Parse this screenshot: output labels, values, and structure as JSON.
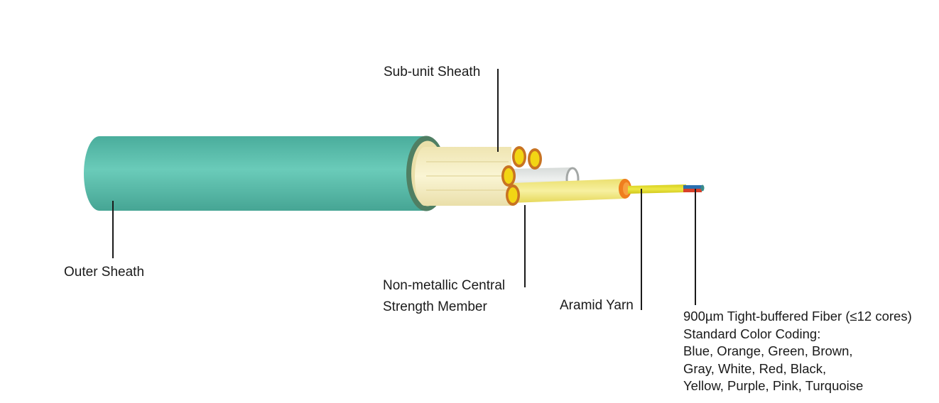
{
  "labels": {
    "subunit_sheath": "Sub-unit Sheath",
    "outer_sheath": "Outer Sheath",
    "central_member": [
      "Non-metallic Central",
      "Strength Member"
    ],
    "aramid_yarn": "Aramid Yarn",
    "fiber": [
      "900µm Tight-buffered Fiber (≤12 cores)",
      "Standard Color Coding:",
      "Blue, Orange, Green, Brown,",
      "Gray, White, Red, Black,",
      "Yellow, Purple, Pink, Turquoise"
    ]
  },
  "colors": {
    "outer_sheath": "#5cc2b0",
    "outer_sheath_end": "#4a7a5e",
    "subunit": "#f6f0c6",
    "subunit_rim": "#c87322",
    "subunit_core": "#f2d514",
    "central_member": "#e6e9e7",
    "central_member_rim": "#a4a8a6",
    "aramid": "#f3ea7a",
    "aramid_end": "#ef7e1e",
    "buffer": "#e4dd2e",
    "fiber_tip_blue": "#2a6fb0",
    "fiber_tip_red": "#d8402a",
    "leader_line": "#1a1a1a"
  }
}
